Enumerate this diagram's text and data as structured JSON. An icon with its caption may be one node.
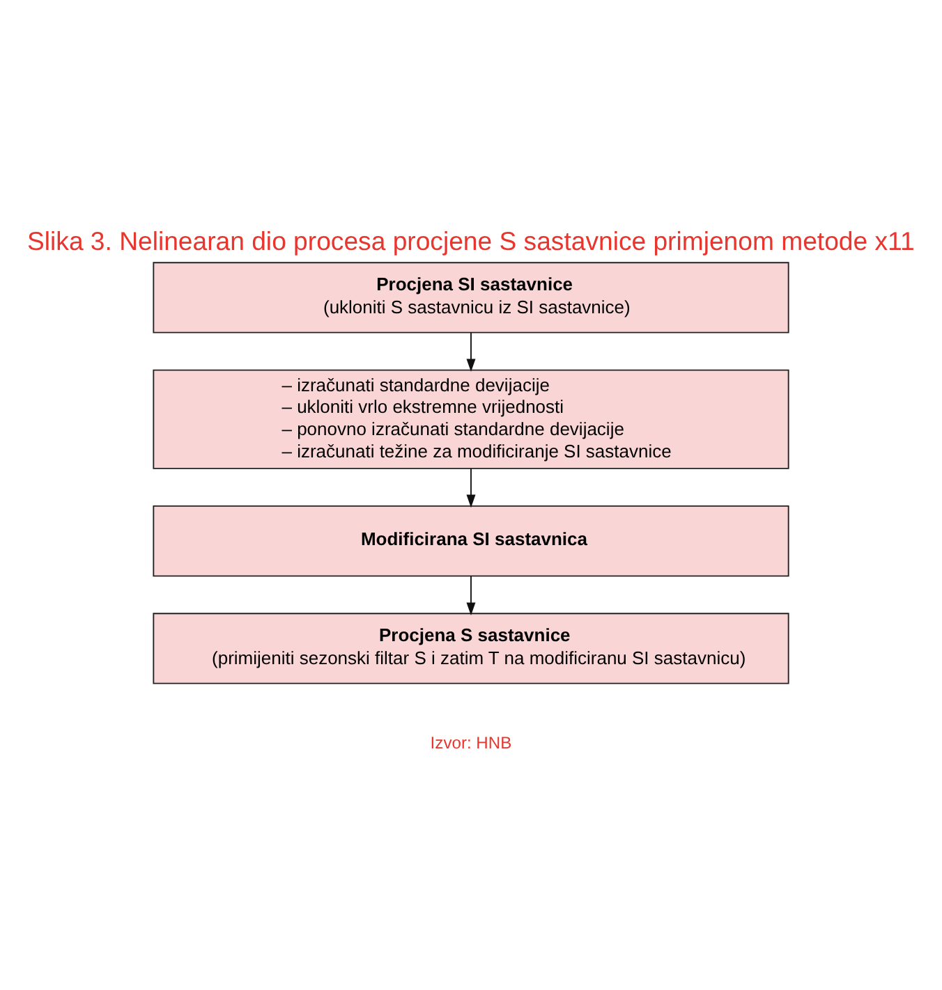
{
  "diagram": {
    "title": "Slika 3. Nelinearan dio procesa procjene S sastavnice primjenom metode x11",
    "nodes": [
      {
        "text": [
          "Procjena SI sastavnice",
          "(ukloniti S sastavnicu iz SI sastavnice)"
        ]
      },
      {
        "text": [
          "– izračunati standardne devijacije",
          "– ukloniti vrlo ekstremne vrijednosti",
          "– ponovno izračunati standardne devijacije",
          "– izračunati težine za modificiranje SI sastavnice"
        ]
      },
      {
        "text": [
          "Modificirana SI sastavnica"
        ]
      },
      {
        "text": [
          "Procjena S sastavnice",
          "(primijeniti sezonski filtar S i zatim T na modificiranu SI sastavnicu)"
        ]
      }
    ],
    "edges": [
      {
        "from": 0,
        "to": 1,
        "arrow": "to"
      },
      {
        "from": 1,
        "to": 2,
        "arrow": "to"
      },
      {
        "from": 2,
        "to": 3,
        "arrow": "to"
      }
    ],
    "labels": [
      "Izvor: HNB"
    ]
  }
}
